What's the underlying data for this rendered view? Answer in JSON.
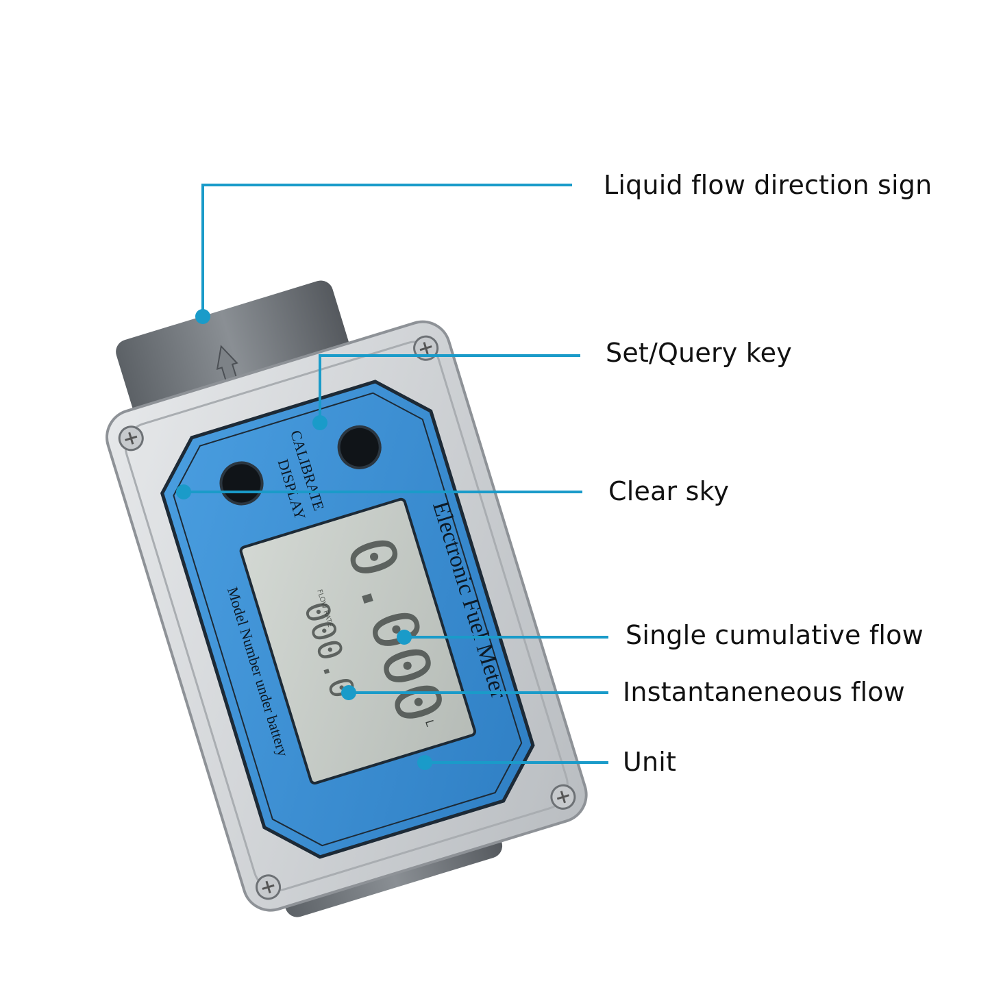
{
  "meter": {
    "title": "Electronic Fuel Meter",
    "button_calibrate": "CALIBRATE",
    "button_display": "DISPLAY",
    "model_note": "Model Number under battery",
    "lcd_main": "0.000",
    "lcd_small": "000.0",
    "lcd_unit": "L",
    "lcd_tiny": "FLOW RATE"
  },
  "callouts": [
    {
      "id": "flow-direction",
      "label": "Liquid flow direction sign"
    },
    {
      "id": "set-query-key",
      "label": "Set/Query key"
    },
    {
      "id": "clear-sky",
      "label": "Clear sky"
    },
    {
      "id": "single-cumulative-flow",
      "label": "Single cumulative flow"
    },
    {
      "id": "instantaneous-flow",
      "label": "Instantaneneous flow"
    },
    {
      "id": "unit",
      "label": "Unit"
    }
  ],
  "colors": {
    "leader": "#1a9bc9",
    "panel_blue": "#3a8fd6",
    "lcd": "#c9cec9",
    "housing": "#6f7378",
    "text": "#111111"
  }
}
